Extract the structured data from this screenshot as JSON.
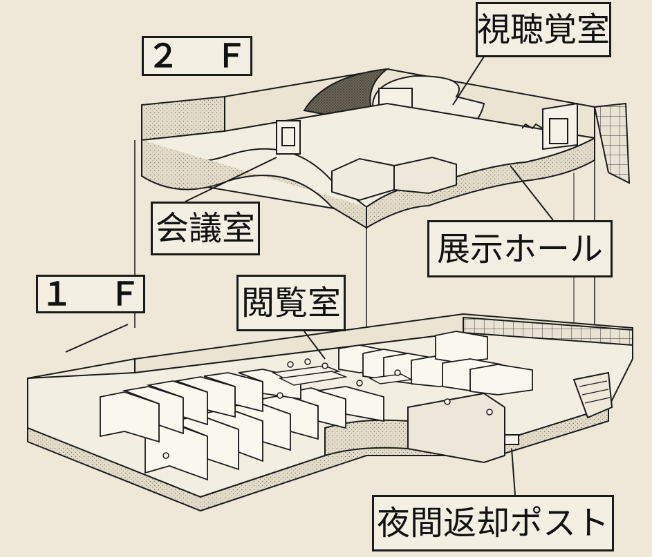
{
  "floors": {
    "upper": "２ Ｆ",
    "lower": "１ Ｆ"
  },
  "rooms": {
    "av_room": "視聴覚室",
    "conference_room": "会議室",
    "exhibition_hall": "展示ホール",
    "reading_room": "閲覧室",
    "night_return_post": "夜間返却ポスト"
  },
  "colors": {
    "paper": "#efe8d8",
    "ink": "#1a1a1a",
    "wall": "#ddd6c6",
    "floor": "#f3eee2",
    "shelf": "#faf7ef"
  }
}
